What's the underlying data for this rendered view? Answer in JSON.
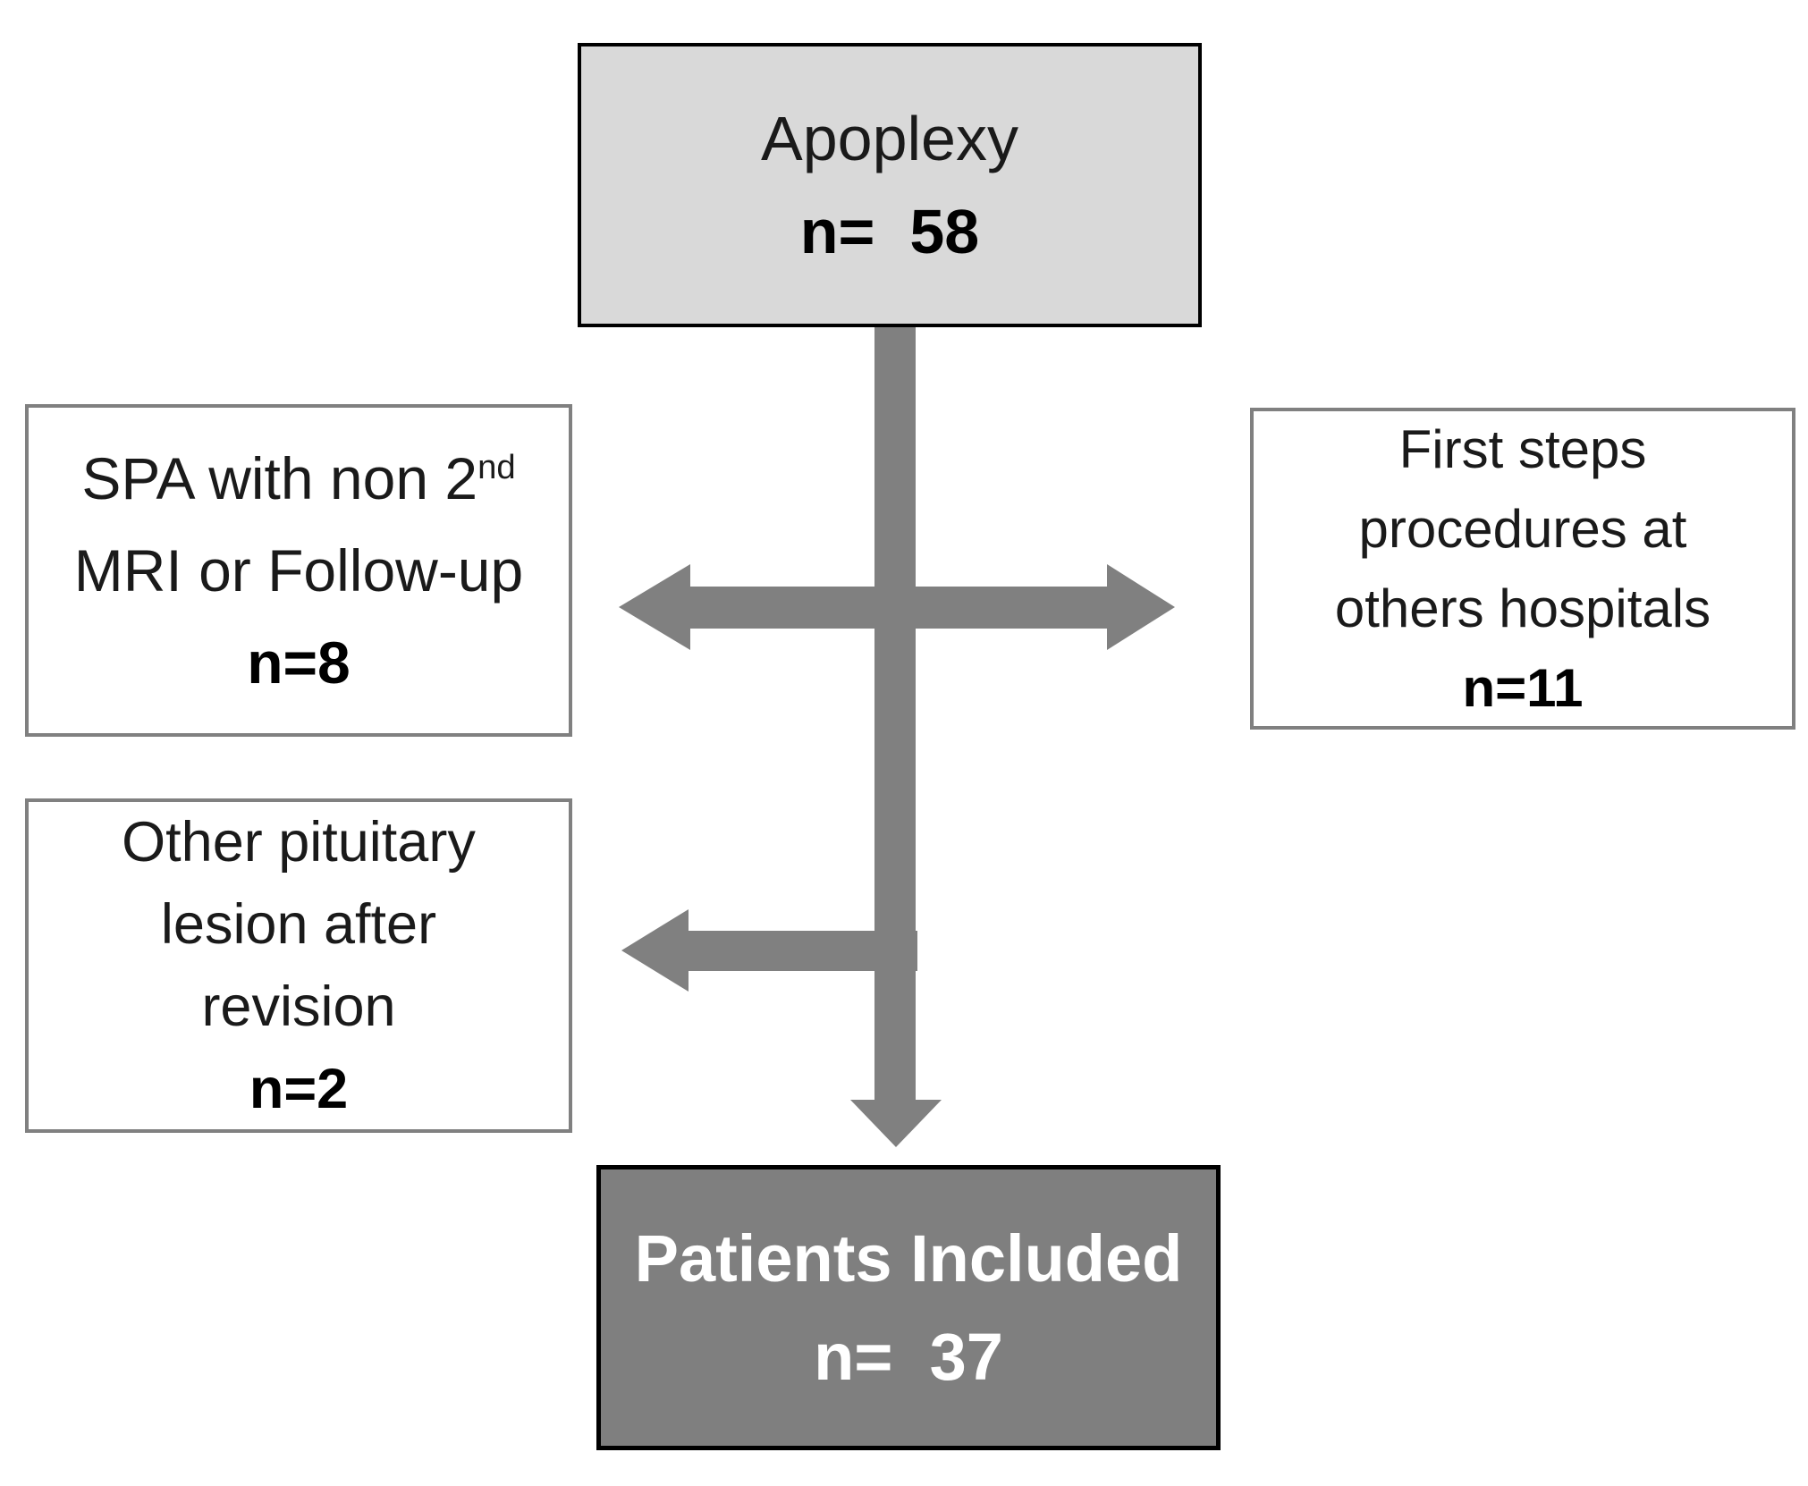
{
  "colors": {
    "arrow_gray": "#808080",
    "start_box_fill": "#d9d9d9",
    "end_box_fill": "#7f7f7f",
    "exclusion_border_gray": "#808080",
    "black_border": "#000000",
    "end_box_text": "#ffffff"
  },
  "flowchart": {
    "start_box": {
      "title": "Apoplexy",
      "count": "n=  58"
    },
    "exclusion_left_top": {
      "line1_prefix": "SPA with non 2",
      "line1_superscript": "nd",
      "line2": "MRI or Follow-up",
      "count": "n=8"
    },
    "exclusion_right": {
      "line1": "First steps",
      "line2": "procedures at",
      "line3": "others hospitals",
      "count": "n=11"
    },
    "exclusion_left_bottom": {
      "line1": "Other pituitary",
      "line2": "lesion after",
      "line3": "revision",
      "count": "n=2"
    },
    "end_box": {
      "title": "Patients Included",
      "count": "n=  37"
    }
  }
}
